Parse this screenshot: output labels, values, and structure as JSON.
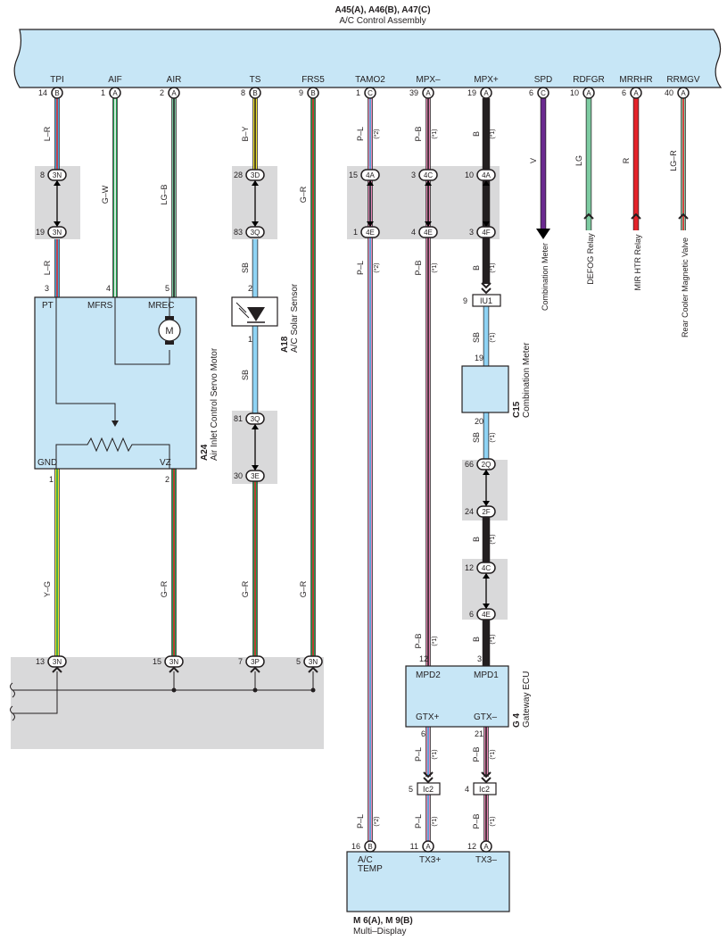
{
  "header": {
    "part_codes": "A45(A), A46(B), A47(C)",
    "part_name": "A/C Control Assembly"
  },
  "terminals": [
    {
      "signal": "TPI",
      "pin": "14",
      "conn": "B",
      "color": "L–R"
    },
    {
      "signal": "AIF",
      "pin": "1",
      "conn": "A",
      "color": "G–W"
    },
    {
      "signal": "AIR",
      "pin": "2",
      "conn": "A",
      "color": "LG–B"
    },
    {
      "signal": "TS",
      "pin": "8",
      "conn": "B",
      "color": "B–Y"
    },
    {
      "signal": "FRS5",
      "pin": "9",
      "conn": "B",
      "color": "G–R"
    },
    {
      "signal": "TAMO2",
      "pin": "1",
      "conn": "C",
      "color": "P–L",
      "note": "(*2)"
    },
    {
      "signal": "MPX–",
      "pin": "39",
      "conn": "A",
      "color": "P–B",
      "note": "(*1)"
    },
    {
      "signal": "MPX+",
      "pin": "19",
      "conn": "A",
      "color": "B",
      "note": "(*1)"
    },
    {
      "signal": "SPD",
      "pin": "6",
      "conn": "C",
      "color": "V",
      "dest": "Combination Meter"
    },
    {
      "signal": "RDFGR",
      "pin": "10",
      "conn": "A",
      "color": "LG",
      "dest": "DEFOG Relay"
    },
    {
      "signal": "MRRHR",
      "pin": "6",
      "conn": "A",
      "color": "R",
      "dest": "MIR HTR Relay"
    },
    {
      "signal": "RRMGV",
      "pin": "40",
      "conn": "A",
      "color": "LG–R",
      "dest": "Rear Cooler Magnetic Valve"
    }
  ],
  "junctions": {
    "tpi_top": {
      "pin": "8",
      "code": "3N"
    },
    "tpi_bot": {
      "pin": "19",
      "code": "3N"
    },
    "ts_top": {
      "pin": "28",
      "code": "3D"
    },
    "ts_bot": {
      "pin": "83",
      "code": "3Q"
    },
    "ts2_top": {
      "pin": "81",
      "code": "3Q"
    },
    "ts2_bot": {
      "pin": "30",
      "code": "3E"
    },
    "tamo_top": {
      "pin": "15",
      "code": "4A"
    },
    "tamo_bot": {
      "pin": "1",
      "code": "4E"
    },
    "mpxm_top": {
      "pin": "3",
      "code": "4C"
    },
    "mpxm_bot": {
      "pin": "4",
      "code": "4E"
    },
    "mpxp_top": {
      "pin": "10",
      "code": "4A"
    },
    "mpxp_bot": {
      "pin": "3",
      "code": "4F"
    },
    "cm_a": {
      "pin": "66",
      "code": "2Q"
    },
    "cm_b": {
      "pin": "24",
      "code": "2F"
    },
    "cm_c": {
      "pin": "12",
      "code": "4C"
    },
    "cm_d": {
      "pin": "6",
      "code": "4E"
    },
    "gnd_1": {
      "pin": "13",
      "code": "3N"
    },
    "gnd_2": {
      "pin": "15",
      "code": "3N"
    },
    "gnd_3": {
      "pin": "7",
      "code": "3P"
    },
    "gnd_4": {
      "pin": "5",
      "code": "3N"
    }
  },
  "wire_labels": {
    "tpi_lower": "L–R",
    "tamo_lower": "P–L",
    "tamo_note": "(*2)",
    "mpxm_lower": "P–B",
    "mpxm_note": "(*1)",
    "mpxp_lower": "B",
    "mpxp_note": "(*1)",
    "ts_lower": "SB",
    "ts_mid": "SB",
    "cm_sb1": "SB",
    "cm_sb2": "SB",
    "cm_b1": "B",
    "cm_b2": "B",
    "gnd_yg": "Y–G",
    "gnd_gr1": "G–R",
    "gnd_gr2": "G–R",
    "gnd_gr3": "G–R",
    "mpd2_lower": "P–B",
    "gtx_plus_lower": "P–L",
    "gtx_minus_lower": "P–B",
    "md_pl1": "P–L",
    "md_pl1_note": "(*2)",
    "md_pl2": "P–L",
    "md_pb2": "P–B"
  },
  "servo": {
    "code": "A24",
    "name": "Air Inlet Control Servo Motor",
    "pins": {
      "pt": "3",
      "mfrs": "4",
      "mrec": "5",
      "gnd": "1",
      "vz": "2"
    },
    "labels": {
      "pt": "PT",
      "mfrs": "MFRS",
      "mrec": "MREC",
      "gnd": "GND",
      "vz": "VZ"
    },
    "motor_symbol": "M"
  },
  "solar": {
    "code": "A18",
    "name": "A/C Solar Sensor",
    "pin_top": "2",
    "pin_bot": "1"
  },
  "iu1": {
    "pin": "9",
    "code": "IU1"
  },
  "meter": {
    "code": "C15",
    "name": "Combination Meter",
    "pin_top": "19",
    "pin_bot": "20"
  },
  "gateway": {
    "code": "G 4",
    "name": "Gateway ECU",
    "pins": {
      "mpd2": "12",
      "mpd1": "3",
      "gtxp": "6",
      "gtxm": "21"
    },
    "labels": {
      "mpd2": "MPD2",
      "mpd1": "MPD1",
      "gtxp": "GTX+",
      "gtxm": "GTX–"
    }
  },
  "ic2": [
    {
      "pin": "5",
      "code": "Ic2"
    },
    {
      "pin": "4",
      "code": "Ic2"
    }
  ],
  "display": {
    "codes": "M 6(A), M 9(B)",
    "name": "Multi–Display",
    "pins": [
      {
        "pin": "16",
        "conn": "B",
        "label": "A/C\nTEMP"
      },
      {
        "pin": "11",
        "conn": "A",
        "label": "TX3+"
      },
      {
        "pin": "12",
        "conn": "A",
        "label": "TX3–"
      }
    ],
    "label_ac": "A/C",
    "label_temp": "TEMP"
  },
  "colors": {
    "box_fill": "#c7e6f6",
    "junction_gray": "#d9d9da",
    "wire_blue": "#3fa9e0",
    "wire_red": "#e4232a",
    "wire_green": "#1a9b4a",
    "wire_lg": "#7dcba1",
    "wire_black": "#231f20",
    "wire_yellow": "#f2e72e",
    "wire_pink": "#e887b4",
    "wire_sb": "#8fd3f4",
    "wire_violet": "#6b2a90"
  }
}
